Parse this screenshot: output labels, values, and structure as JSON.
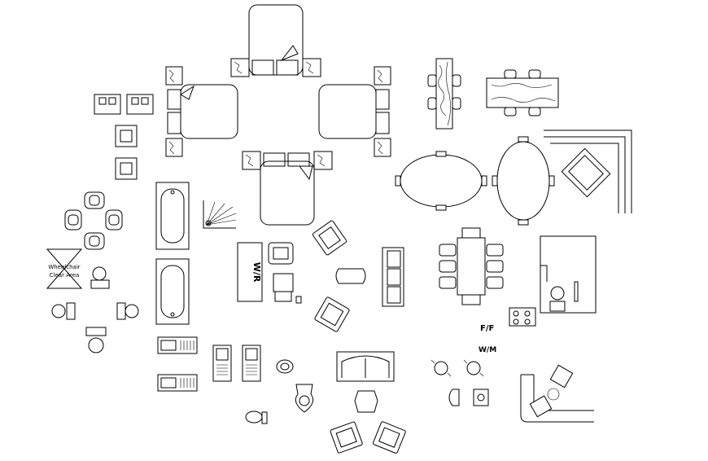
{
  "labels": {
    "wheelchair_line1": "Wheelchair",
    "wheelchair_line2": "Clear Area",
    "wardrobe": "W/R",
    "fridge": "F/F",
    "washing_machine": "W/M"
  },
  "colors": {
    "line": "#000000",
    "background": "#ffffff"
  }
}
